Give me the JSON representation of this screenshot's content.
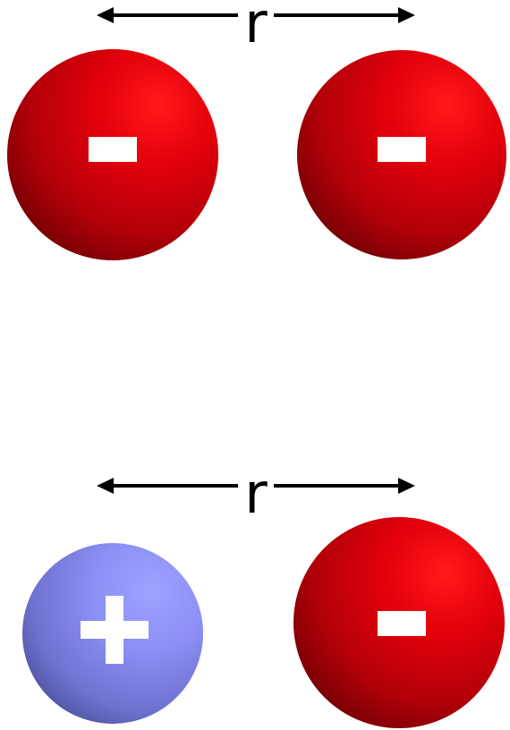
{
  "top_pair": {
    "distance_label": "r",
    "left_charge": {
      "sign": "negative",
      "color": "#e8000a"
    },
    "right_charge": {
      "sign": "negative",
      "color": "#e8000a"
    }
  },
  "bottom_pair": {
    "distance_label": "r",
    "left_charge": {
      "sign": "positive",
      "color": "#8f93ff"
    },
    "right_charge": {
      "sign": "negative",
      "color": "#e8000a"
    }
  },
  "colors": {
    "arrow": "#000000",
    "symbol": "#ffffff",
    "background": "#ffffff"
  }
}
